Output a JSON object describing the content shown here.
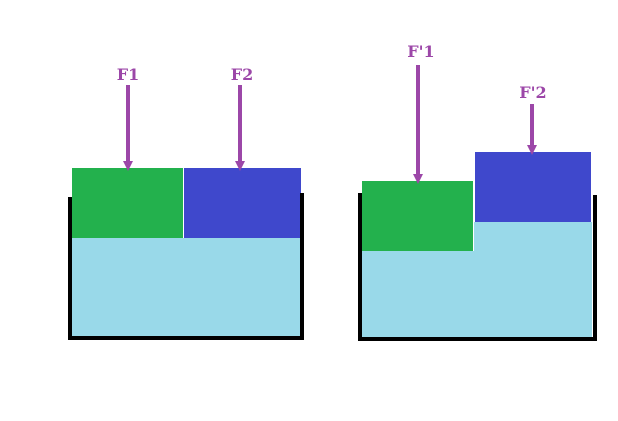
{
  "colors": {
    "background": "#ffffff",
    "water": "#99d9e9",
    "container_wall": "#000000",
    "piston_left": "#23b14d",
    "piston_right": "#3f48cc",
    "arrow": "#9c47a8",
    "label": "#9c47a8"
  },
  "diagram_left": {
    "force_1_label": "F1",
    "force_2_label": "F2"
  },
  "diagram_right": {
    "force_1_label": "F'1",
    "force_2_label": "F'2"
  }
}
